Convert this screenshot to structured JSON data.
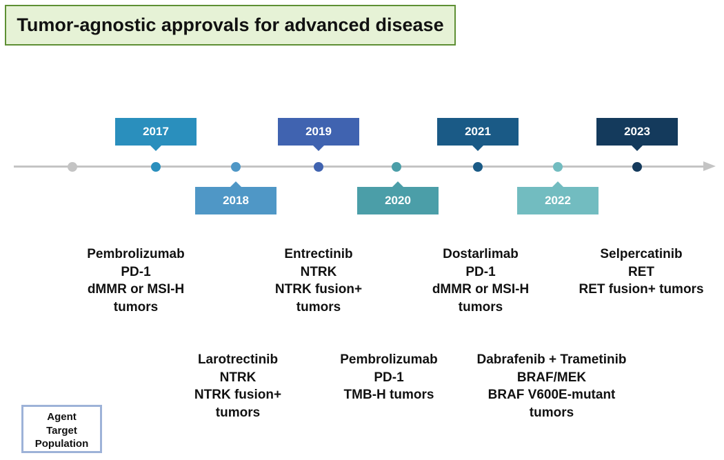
{
  "title": "Tumor-agnostic approvals for advanced disease",
  "colors": {
    "line": "#c4c4c4",
    "start_dot": "#c4c4c4",
    "y2017": "#2a8fbd",
    "y2018": "#4f97c6",
    "y2019": "#4063b0",
    "y2020": "#4b9ea8",
    "y2021": "#1a5a86",
    "y2022": "#72bcc0",
    "y2023": "#143a5c"
  },
  "years": {
    "y2017": "2017",
    "y2018": "2018",
    "y2019": "2019",
    "y2020": "2020",
    "y2021": "2021",
    "y2022": "2022",
    "y2023": "2023"
  },
  "approvals": {
    "pembrolizumab_2017": {
      "agent": "Pembrolizumab",
      "target": "PD-1",
      "population_1": "dMMR or MSI-H",
      "population_2": "tumors"
    },
    "larotrectinib_2018": {
      "agent": "Larotrectinib",
      "target": "NTRK",
      "population_1": "NTRK fusion+",
      "population_2": "tumors"
    },
    "entrectinib_2019": {
      "agent": "Entrectinib",
      "target": "NTRK",
      "population_1": "NTRK fusion+",
      "population_2": "tumors"
    },
    "pembrolizumab_2020": {
      "agent": "Pembrolizumab",
      "target": "PD-1",
      "population_1": "TMB-H tumors"
    },
    "dostarlimab_2021": {
      "agent": "Dostarlimab",
      "target": "PD-1",
      "population_1": "dMMR or MSI-H",
      "population_2": "tumors"
    },
    "dabrafenib_2022": {
      "agent": "Dabrafenib + Trametinib",
      "target": "BRAF/MEK",
      "population_1": "BRAF V600E-mutant",
      "population_2": "tumors"
    },
    "selpercatinib_2023": {
      "agent": "Selpercatinib",
      "target": "RET",
      "population_1": "RET fusion+ tumors"
    }
  },
  "legend": {
    "line_1": "Agent",
    "line_2": "Target",
    "line_3": "Population"
  }
}
